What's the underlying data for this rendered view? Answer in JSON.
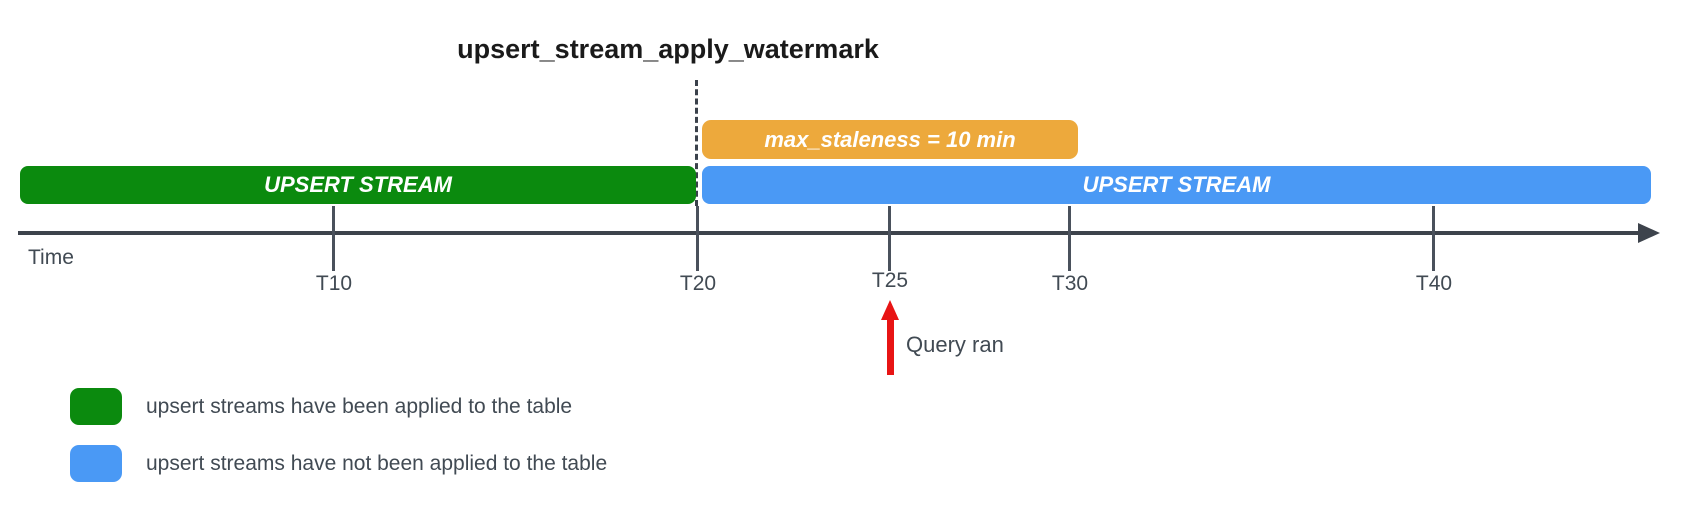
{
  "title": "upsert_stream_apply_watermark",
  "colors": {
    "applied_green": "#0b8a0e",
    "not_applied_blue": "#4a99f5",
    "staleness_orange": "#eda93c",
    "query_arrow_red": "#e81414",
    "axis_dark": "#3d434c",
    "label_text": "#414a53",
    "bar_text": "#ffffff"
  },
  "bars": {
    "applied": {
      "label": "UPSERT STREAM"
    },
    "not_applied": {
      "label": "UPSERT STREAM"
    },
    "staleness": {
      "label": "max_staleness = 10 min"
    }
  },
  "timeline": {
    "axis_label": "Time",
    "ticks": [
      {
        "label": "T10"
      },
      {
        "label": "T20"
      },
      {
        "label": "T25"
      },
      {
        "label": "T30"
      },
      {
        "label": "T40"
      }
    ]
  },
  "annotation": {
    "query_label": "Query ran"
  },
  "legend": {
    "items": [
      {
        "color": "#0b8a0e",
        "label": "upsert streams have been applied to the table"
      },
      {
        "color": "#4a99f5",
        "label": "upsert streams have not been applied to the table"
      }
    ]
  }
}
